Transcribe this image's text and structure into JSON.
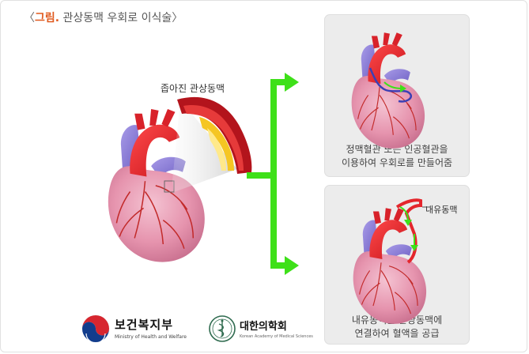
{
  "title": {
    "open_bracket": "〈",
    "prefix": "그림.",
    "main": "관상동맥 우회로 이식술",
    "close_bracket": "〉"
  },
  "labels": {
    "narrowed_artery": "좁아진 관상동맥",
    "internal_mammary": "내유동맥"
  },
  "panels": [
    {
      "caption_line1": "정맥혈관 또는 인공혈관을",
      "caption_line2": "이용하여 우회로를 만들어줌"
    },
    {
      "caption_line1": "내유동맥을 관상동맥에",
      "caption_line2": "연결하여 혈액을 공급"
    }
  ],
  "logos": {
    "ministry_name": "보건복지부",
    "ministry_eng": "Ministry of Health and Welfare",
    "academy_name": "대한의학회",
    "academy_eng": "Korean Academy of Medical Sciences"
  },
  "colors": {
    "arrow_green": "#3ee019",
    "heart_pink": "#e9a0b4",
    "aorta_red": "#e4262c",
    "vessel_blue": "#8a7fd6",
    "title_accent": "#e05a1f"
  }
}
